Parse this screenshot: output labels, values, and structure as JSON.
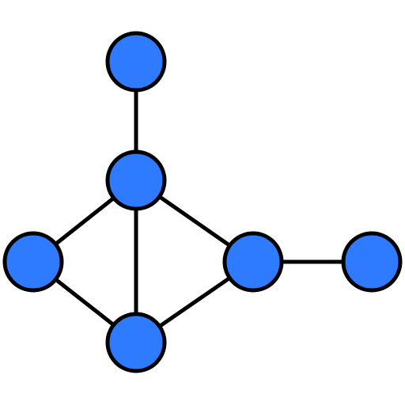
{
  "diagram": {
    "type": "undirected-graph",
    "colors": {
      "node_fill": "#2e7bff",
      "node_stroke": "#000000",
      "edge_stroke": "#000000",
      "background": "#ffffff"
    },
    "nodes": [
      {
        "id": "top"
      },
      {
        "id": "upper-center"
      },
      {
        "id": "left"
      },
      {
        "id": "right-center"
      },
      {
        "id": "far-right"
      },
      {
        "id": "bottom"
      }
    ],
    "edges": [
      {
        "from": "top",
        "to": "upper-center"
      },
      {
        "from": "upper-center",
        "to": "left"
      },
      {
        "from": "upper-center",
        "to": "bottom"
      },
      {
        "from": "upper-center",
        "to": "right-center"
      },
      {
        "from": "left",
        "to": "bottom"
      },
      {
        "from": "bottom",
        "to": "right-center"
      },
      {
        "from": "right-center",
        "to": "far-right"
      }
    ]
  }
}
